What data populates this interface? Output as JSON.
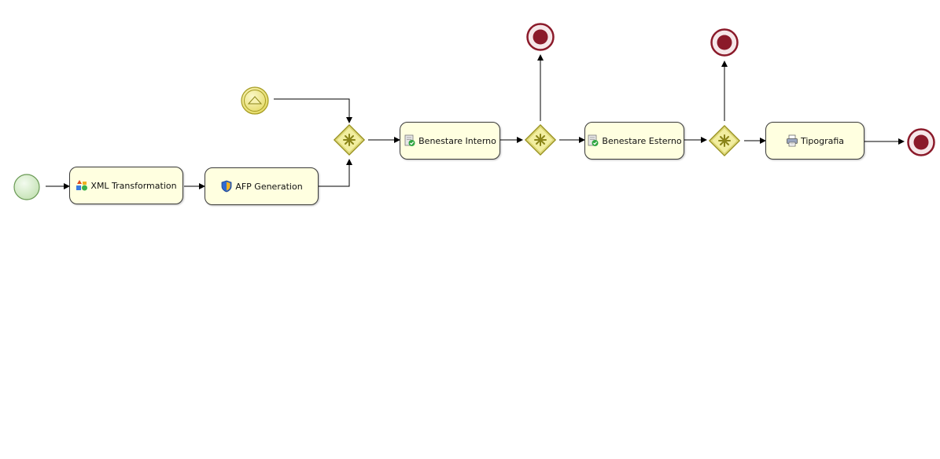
{
  "process": {
    "tasks": [
      {
        "label": "XML Transformation",
        "icon": "xml-transform-icon"
      },
      {
        "label": "AFP Generation",
        "icon": "shield-icon"
      },
      {
        "label": "Benestare Interno",
        "icon": "approval-check-icon"
      },
      {
        "label": "Benestare Esterno",
        "icon": "approval-check-icon"
      },
      {
        "label": "Tipografia",
        "icon": "printer-icon"
      }
    ]
  },
  "colors": {
    "start_fill": "#d9efcf",
    "start_stroke": "#6a9a55",
    "end_fill": "#8b1a2a",
    "gateway_fill": "#f2eea0",
    "gateway_stroke": "#9a9320",
    "message_event_fill": "#f4f0a0",
    "task_fill": "#ffffe0",
    "connector": "#000000"
  }
}
